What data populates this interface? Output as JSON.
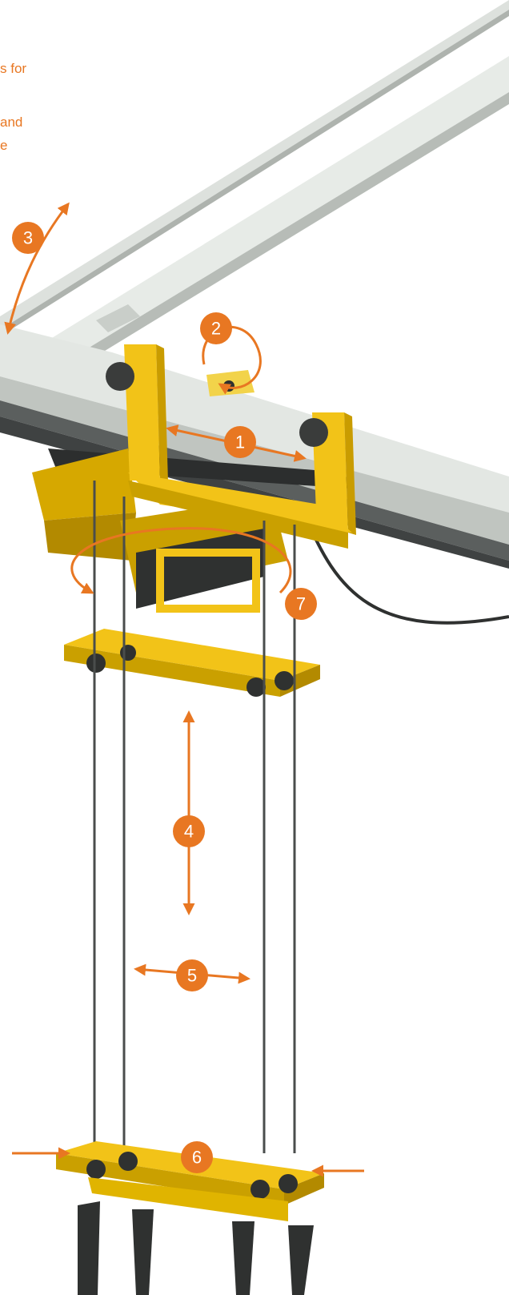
{
  "text_fragments": [
    "s for",
    "and",
    "e"
  ],
  "callouts": [
    {
      "id": 1,
      "label": "1"
    },
    {
      "id": 2,
      "label": "2"
    },
    {
      "id": 3,
      "label": "3"
    },
    {
      "id": 4,
      "label": "4"
    },
    {
      "id": 5,
      "label": "5"
    },
    {
      "id": 6,
      "label": "6"
    },
    {
      "id": 7,
      "label": "7"
    }
  ],
  "colors": {
    "accent": "#e87722",
    "frame_yellow": "#f2c318",
    "rail_grey": "#c9cfc9",
    "rail_dark": "#3f4242",
    "fork_dark": "#2f3130"
  }
}
